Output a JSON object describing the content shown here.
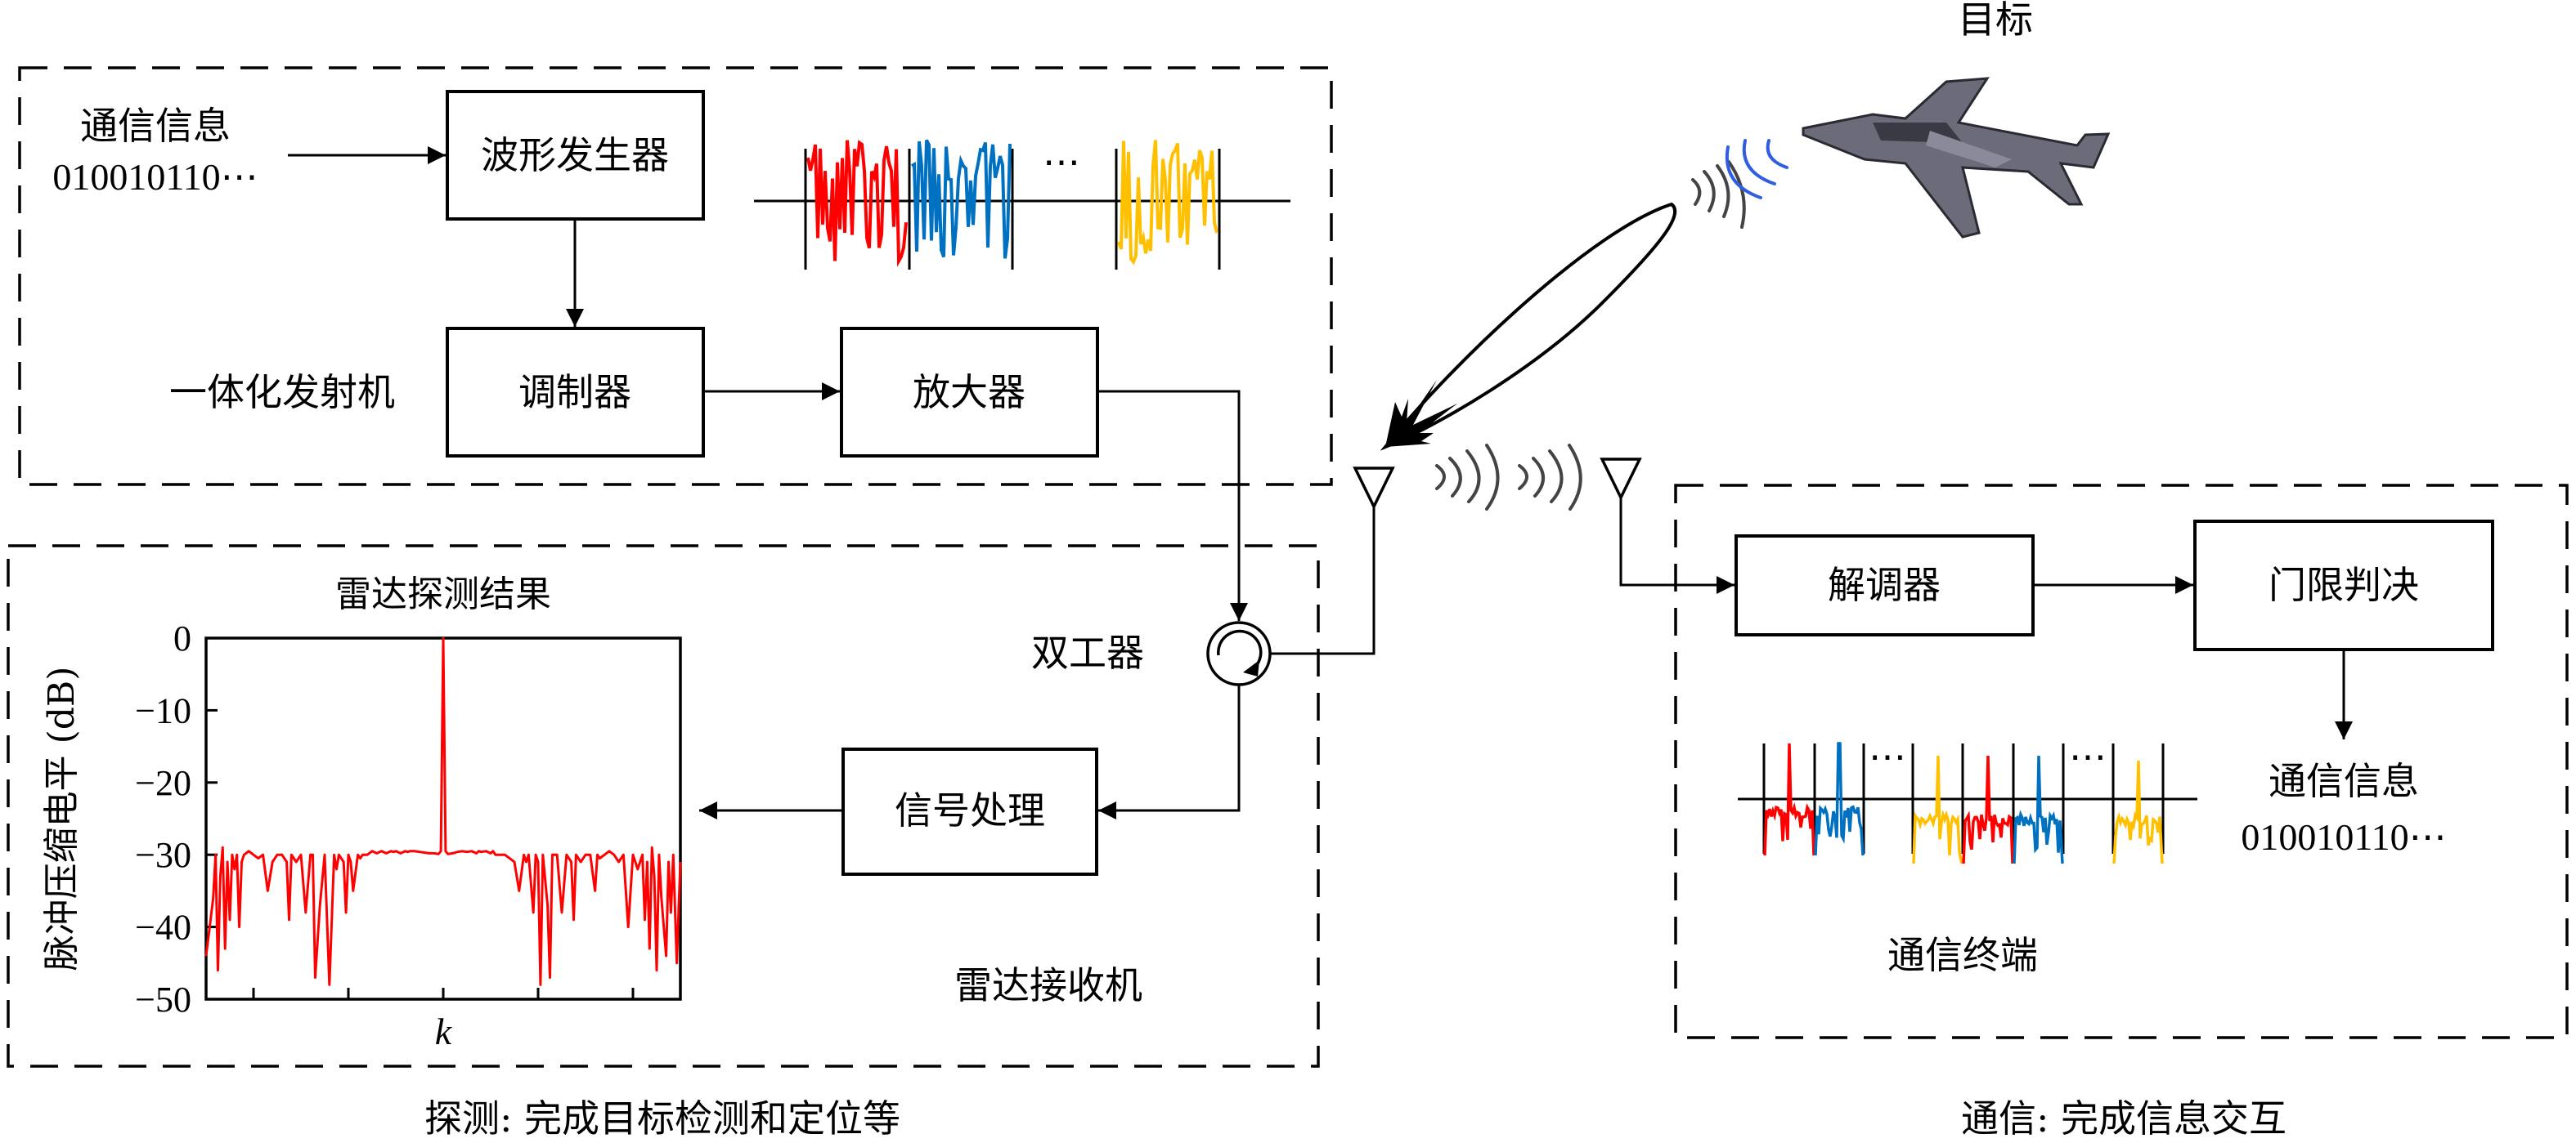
{
  "target": {
    "label": "目标"
  },
  "transmitter": {
    "label": "一体化发射机",
    "input_title": "通信信息",
    "input_bits": "010010110⋯",
    "blocks": {
      "waveform_generator": "波形发生器",
      "modulator": "调制器",
      "amplifier": "放大器"
    },
    "waveform_ellipsis": "⋯",
    "waveform_colors": [
      "#ff0000",
      "#0070c0",
      "#ffc000"
    ]
  },
  "receiver": {
    "label": "雷达接收机",
    "duplexer_label": "双工器",
    "signal_processing": "信号处理"
  },
  "comm_terminal": {
    "label": "通信终端",
    "blocks": {
      "demodulator": "解调器",
      "threshold": "门限判决"
    },
    "output_title": "通信信息",
    "output_bits": "010010110⋯",
    "ellipsis": "⋯",
    "pulse_colors": [
      "#ff0000",
      "#0070c0",
      "#ffc000",
      "#ffc000",
      "#ff0000",
      "#0070c0",
      "#ffc000"
    ]
  },
  "captions": {
    "detection": "探测: 完成目标检测和定位等",
    "communication": "通信: 完成信息交互"
  },
  "icons": {
    "aircraft": "aircraft-icon",
    "antenna_tx": "antenna-icon",
    "antenna_rx": "antenna-icon",
    "circulator": "circulator-icon"
  },
  "chart_data": {
    "type": "line",
    "title": "雷达探测结果",
    "xlabel": "k",
    "ylabel": "脉冲压缩电平 (dB)",
    "ylim": [
      -50,
      0
    ],
    "yticks": [
      0,
      -10,
      -20,
      -30,
      -40,
      -50
    ],
    "ytick_labels": [
      "0",
      "−10",
      "−20",
      "−30",
      "−40",
      "−50"
    ],
    "xlim": [
      -1,
      1
    ],
    "xticks": [
      -0.8,
      -0.4,
      0,
      0.4,
      0.8
    ],
    "xtick_labels": [
      "",
      "",
      "",
      "",
      ""
    ],
    "grid": false,
    "color": "#ff0000",
    "series": [
      {
        "name": "pulse-compression",
        "peak": {
          "x": 0,
          "y": 0
        },
        "sidelobe_level": -30,
        "x": [
          -1,
          -0.985,
          -0.97,
          -0.96,
          -0.95,
          -0.94,
          -0.93,
          -0.92,
          -0.91,
          -0.9,
          -0.89,
          -0.88,
          -0.87,
          -0.86,
          -0.85,
          -0.84,
          -0.82,
          -0.8,
          -0.78,
          -0.76,
          -0.74,
          -0.72,
          -0.7,
          -0.68,
          -0.66,
          -0.65,
          -0.64,
          -0.62,
          -0.6,
          -0.58,
          -0.56,
          -0.55,
          -0.54,
          -0.52,
          -0.5,
          -0.48,
          -0.46,
          -0.45,
          -0.44,
          -0.42,
          -0.41,
          -0.4,
          -0.39,
          -0.38,
          -0.36,
          -0.35,
          -0.34,
          -0.32,
          -0.3,
          -0.28,
          -0.26,
          -0.24,
          -0.22,
          -0.21,
          -0.2,
          -0.18,
          -0.16,
          -0.15,
          -0.14,
          -0.12,
          -0.1,
          -0.08,
          -0.06,
          -0.04,
          -0.02,
          -0.01,
          0,
          0.01,
          0.02,
          0.04,
          0.06,
          0.08,
          0.1,
          0.12,
          0.14,
          0.15,
          0.16,
          0.18,
          0.2,
          0.21,
          0.22,
          0.24,
          0.26,
          0.28,
          0.3,
          0.32,
          0.34,
          0.35,
          0.36,
          0.38,
          0.39,
          0.4,
          0.41,
          0.42,
          0.44,
          0.45,
          0.46,
          0.48,
          0.5,
          0.52,
          0.54,
          0.55,
          0.56,
          0.58,
          0.6,
          0.62,
          0.64,
          0.65,
          0.66,
          0.68,
          0.7,
          0.72,
          0.74,
          0.76,
          0.78,
          0.8,
          0.82,
          0.84,
          0.85,
          0.86,
          0.87,
          0.88,
          0.89,
          0.9,
          0.91,
          0.92,
          0.93,
          0.94,
          0.95,
          0.96,
          0.97,
          0.985,
          1
        ],
        "y": [
          -44,
          -40,
          -36,
          -30,
          -46,
          -33,
          -29,
          -43,
          -31,
          -39,
          -30,
          -32,
          -30,
          -40,
          -31,
          -30,
          -29.5,
          -30,
          -30.5,
          -30,
          -35,
          -31,
          -30,
          -30,
          -31,
          -39,
          -30,
          -31,
          -30,
          -38,
          -30,
          -30,
          -47,
          -37,
          -30,
          -48,
          -30,
          -32,
          -30,
          -31,
          -38,
          -30,
          -31,
          -35,
          -30,
          -30.5,
          -30,
          -30,
          -29.5,
          -29.8,
          -29.5,
          -29.8,
          -29.5,
          -29.6,
          -29.5,
          -29.8,
          -29.5,
          -29.6,
          -29.5,
          -29.5,
          -29.6,
          -29.7,
          -29.8,
          -29.8,
          -29.9,
          -29.5,
          0,
          -29.5,
          -29.9,
          -29.8,
          -29.6,
          -29.5,
          -29.6,
          -29.5,
          -29.8,
          -29.5,
          -29.6,
          -29.5,
          -29.8,
          -29.5,
          -30,
          -30,
          -30,
          -30.5,
          -31,
          -35,
          -30,
          -31,
          -30,
          -38,
          -30,
          -31,
          -48,
          -30,
          -37,
          -47,
          -30,
          -30,
          -38,
          -30,
          -31,
          -39,
          -30,
          -31,
          -30,
          -30,
          -35,
          -30,
          -30.5,
          -30,
          -29.5,
          -30,
          -31,
          -30,
          -40,
          -30,
          -32,
          -30,
          -39,
          -31,
          -43,
          -29,
          -33,
          -46,
          -30,
          -36,
          -40,
          -44,
          -31,
          -38,
          -30,
          -45,
          -31,
          -40,
          -44,
          -44
        ]
      }
    ]
  }
}
